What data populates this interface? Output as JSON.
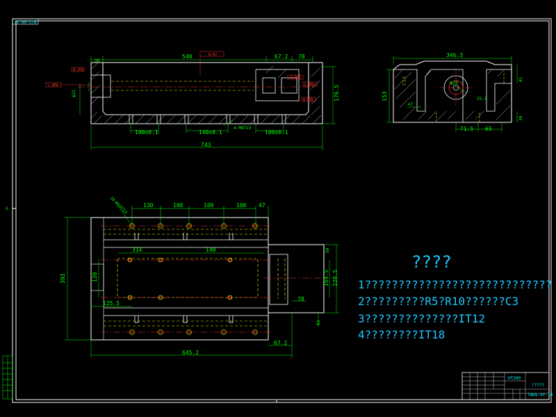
{
  "colors": {
    "background": "#000000",
    "outline": "#ffffff",
    "dimension": "#00ff00",
    "centerline": "#ff3030",
    "hidden": "#ffff00",
    "note_text": "#1ec8ff"
  },
  "corner_code": "?G-AH-STN",
  "front_view": {
    "dims": {
      "d540": "540",
      "d67_2": "67.2",
      "d78": "78",
      "d38": "38",
      "d176_5": "176.5",
      "d100a": "100±0.1",
      "d140": "140±0.1",
      "d100b": "100±0.1",
      "d743": "743",
      "thread": "4-M8T23",
      "phi22": "φ22"
    },
    "symbols": [
      "W.MJ",
      "W.JUD",
      "L.NAA",
      "W.NRJ",
      "L.NAA",
      "W.NRK"
    ]
  },
  "side_view": {
    "dims": {
      "d346_3": "346.3",
      "d153": "153",
      "d47": "47",
      "d70": "φ70",
      "d25_1": "25.1",
      "d71_5": "71.5",
      "d65": "65",
      "d41": "41",
      "d30": "30"
    }
  },
  "top_view": {
    "dims": {
      "holes": "10-M10T23",
      "p130": "130",
      "p100a": "100",
      "p100b": "100",
      "p100c": "100",
      "p47": "47",
      "d314": "314",
      "d140": "140",
      "d120": "120",
      "d125_5": "125.5",
      "d392": "392",
      "d164_5": "164.5",
      "d228_5": "228.5",
      "d50": "50",
      "d78": "78",
      "d63": "63",
      "d645_2": "645.2",
      "d67_2": "67.2"
    }
  },
  "notes": {
    "heading": "????",
    "lines": [
      "1????????????????????????????",
      "2?????????R5?R10??????C3",
      "3??????????????IT12",
      "4????????IT18"
    ]
  },
  "title_block": {
    "material": "HT200",
    "name": "?????",
    "drawing_no": "TADS-XY-10"
  }
}
